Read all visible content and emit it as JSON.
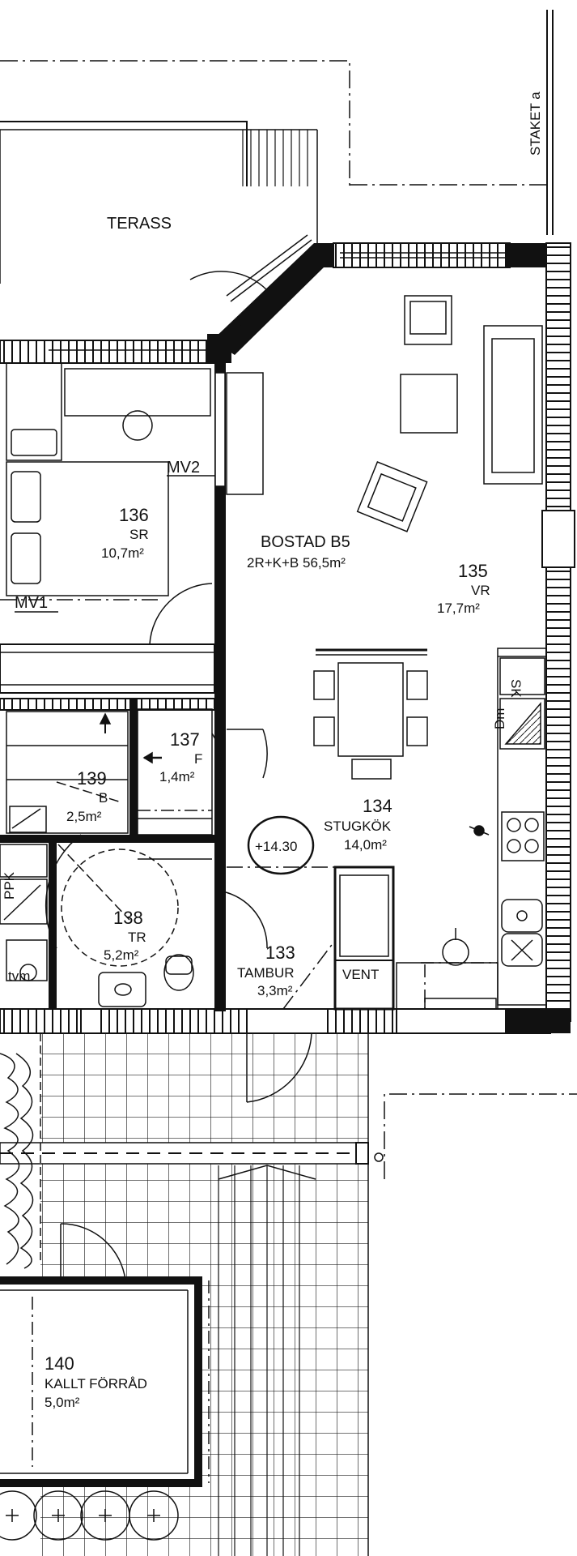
{
  "labels": {
    "terrace": "TERASS",
    "fence": "STAKET a",
    "apartment_title": "BOSTAD B5",
    "apartment_spec": "2R+K+B 56,5m²",
    "mv2": "MV2",
    "mv1": "MV1",
    "elevation": "+14.30",
    "vent": "VENT",
    "sk": "SK",
    "dm": "Dm",
    "ppk": "PPK",
    "tvm": "tvm"
  },
  "rooms": [
    {
      "number": "136",
      "name": "SR",
      "area": "10,7m²"
    },
    {
      "number": "135",
      "name": "VR",
      "area": "17,7m²"
    },
    {
      "number": "137",
      "name": "F",
      "area": "1,4m²"
    },
    {
      "number": "139",
      "name": "B",
      "area": "2,5m²"
    },
    {
      "number": "134",
      "name": "STUGKÖK",
      "area": "14,0m²"
    },
    {
      "number": "138",
      "name": "TR",
      "area": "5,2m²"
    },
    {
      "number": "133",
      "name": "TAMBUR",
      "area": "3,3m²"
    },
    {
      "number": "140",
      "name": "KALLT FÖRRÅD",
      "area": "5,0m²"
    }
  ]
}
